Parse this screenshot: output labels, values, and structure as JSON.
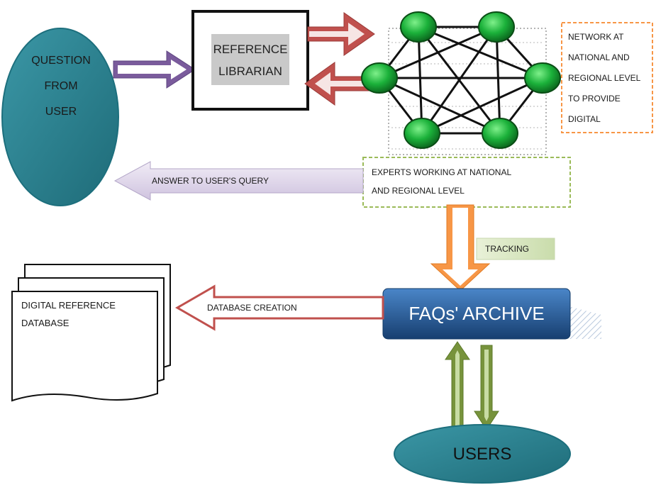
{
  "question": {
    "lines": [
      "QUESTION",
      "FROM",
      "USER"
    ]
  },
  "librarian": {
    "lines": [
      "REFERENCE",
      "LIBRARIAN"
    ]
  },
  "network": {
    "lines": [
      "NETWORK AT",
      "NATIONAL AND",
      "REGIONAL LEVEL",
      "TO PROVIDE",
      "DIGITAL"
    ]
  },
  "experts": {
    "lines": [
      "EXPERTS WORKING AT NATIONAL",
      "AND REGIONAL LEVEL"
    ]
  },
  "answer": {
    "label": "ANSWER TO USER'S QUERY"
  },
  "tracking": {
    "label": "TRACKING"
  },
  "faq": {
    "label": "FAQs' ARCHIVE"
  },
  "database_creation": {
    "label": "DATABASE CREATION"
  },
  "digital_db": {
    "lines": [
      "DIGITAL REFERENCE",
      "DATABASE"
    ]
  },
  "users": {
    "label": "USERS"
  },
  "colors": {
    "teal": "#2b8291",
    "purple": "#7a5b9c",
    "red": "#c0504d",
    "orange": "#f79646",
    "green": "#77933c",
    "navy": "#1f4e79",
    "node": "#1bb13a"
  }
}
